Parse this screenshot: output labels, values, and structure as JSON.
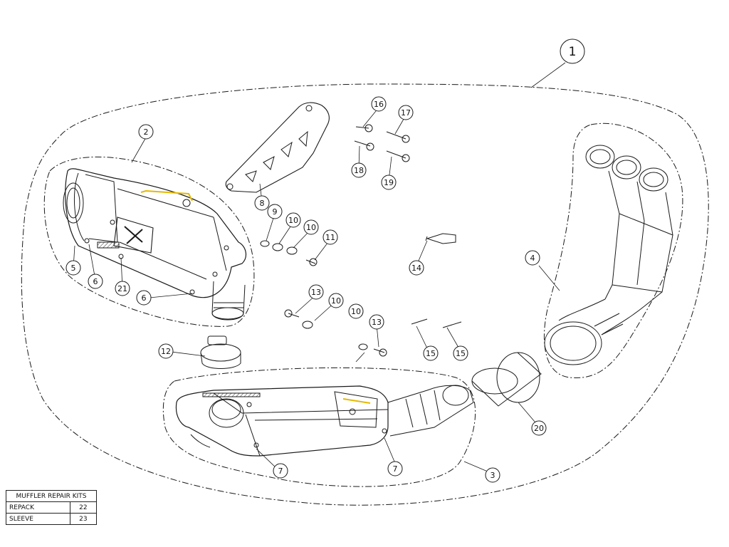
{
  "callouts": {
    "c1": "1",
    "c2": "2",
    "c3": "3",
    "c4": "4",
    "c5": "5",
    "c6a": "6",
    "c6b": "6",
    "c7a": "7",
    "c7b": "7",
    "c8": "8",
    "c9": "9",
    "c10a": "10",
    "c10b": "10",
    "c10c": "10",
    "c10d": "10",
    "c11": "11",
    "c12": "12",
    "c13a": "13",
    "c13b": "13",
    "c14": "14",
    "c15a": "15",
    "c15b": "15",
    "c16": "16",
    "c17": "17",
    "c18": "18",
    "c19": "19",
    "c20": "20",
    "c21": "21"
  },
  "repair_table": {
    "title": "MUFFLER REPAIR KITS",
    "rows": [
      {
        "label": "REPACK",
        "value": "22"
      },
      {
        "label": "SLEEVE",
        "value": "23"
      }
    ]
  },
  "colors": {
    "line": "#1a1a1a",
    "highlight": "#e6b800"
  }
}
